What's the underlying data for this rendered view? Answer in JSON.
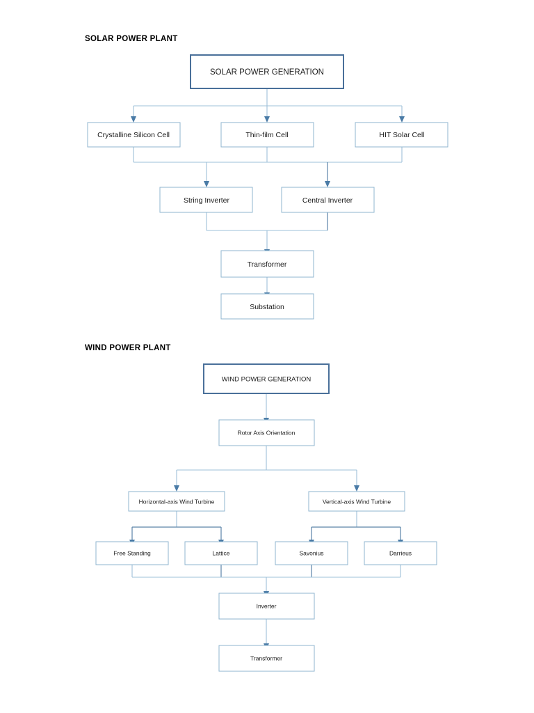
{
  "document": {
    "sections": [
      {
        "id": "solar",
        "title": "SOLAR POWER PLANT",
        "nodes": {
          "root": "SOLAR POWER GENERATION",
          "cell_1": "Crystalline Silicon Cell",
          "cell_2": "Thin-film Cell",
          "cell_3": "HIT Solar Cell",
          "inverter_1": "String Inverter",
          "inverter_2": "Central Inverter",
          "transformer": "Transformer",
          "substation": "Substation"
        }
      },
      {
        "id": "wind",
        "title": "WIND POWER PLANT",
        "nodes": {
          "root": "WIND POWER GENERATION",
          "rotor": "Rotor Axis Orientation",
          "turbine_1": "Horizontal-axis Wind Turbine",
          "turbine_2": "Vertical-axis Wind Turbine",
          "type_1": "Free Standing",
          "type_2": "Lattice",
          "type_3": "Savonius",
          "type_4": "Darrieus",
          "inverter": "Inverter",
          "transformer": "Transformer"
        }
      }
    ],
    "colors": {
      "box_border": "#8fb4cf",
      "root_border": "#4a709a",
      "connector": "#9ec0d8",
      "connector_dark": "#5a83a8",
      "text": "#1a1a1a",
      "background": "#ffffff"
    }
  }
}
